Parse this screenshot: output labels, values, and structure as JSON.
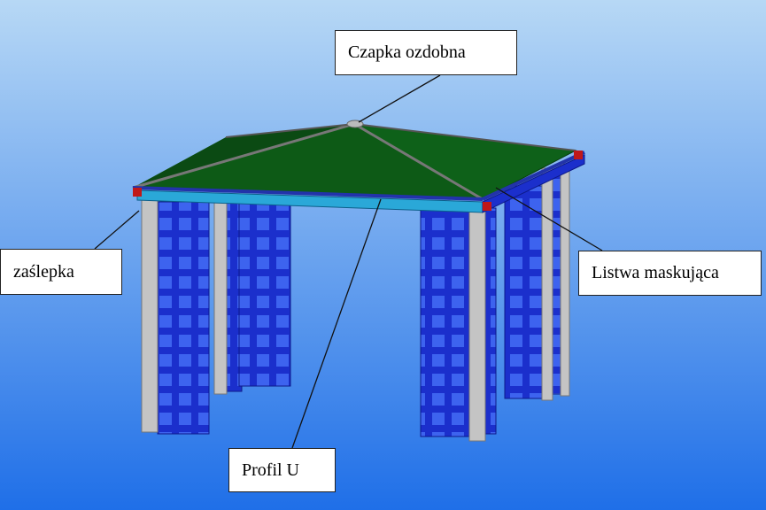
{
  "colors": {
    "sky_top": "#b7d8f5",
    "sky_bottom": "#1f6fe8",
    "roof": "#0d5a16",
    "roof_dark": "#0a3f12",
    "trellis": "#1b2fcc",
    "post": "#c4c4c4",
    "beam": "#2aa8d8",
    "plug": "#c01818"
  },
  "labels": {
    "cap": "Czapka ozdobna",
    "plug": "zaślepka",
    "strip": "Listwa maskująca",
    "profile": "Profil U"
  }
}
